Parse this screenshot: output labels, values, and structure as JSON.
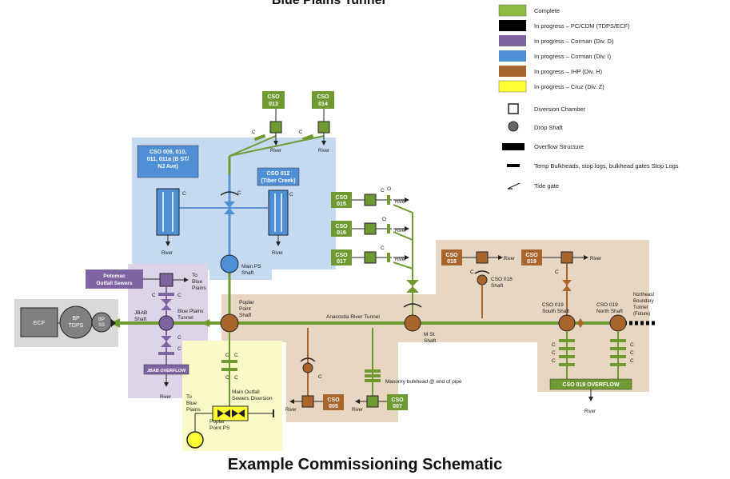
{
  "title": "Blue Plains Tunnel",
  "caption": "Example Commissioning Schematic",
  "colors": {
    "complete": "#8dba3f",
    "pc_cdm": "#000000",
    "corman_d": "#8064a2",
    "corman_i": "#4f8fd6",
    "ihp_h": "#a8652c",
    "cruz_z": "#ffff33",
    "blue_zone": "#c5d9f1",
    "tan_zone": "#e6d6c2",
    "purple_zone": "#ddd4e7",
    "gray_zone": "#d9d9d9",
    "pipe_green": "#6f9a32",
    "pipe_blue": "#5b95d6"
  },
  "legend": {
    "status": [
      {
        "label": "Complete",
        "color": "#8dba3f"
      },
      {
        "label": "In progress – PC/CDM (TDPS/ECF)",
        "color": "#000000"
      },
      {
        "label": "In progress – Corman (Div. D)",
        "color": "#8064a2"
      },
      {
        "label": "In progress – Corman (Div. I)",
        "color": "#4f8fd6"
      },
      {
        "label": "In progress – IHP (Div. H)",
        "color": "#a8652c"
      },
      {
        "label": "In progress – Cruz (Div. Z)",
        "color": "#ffff33"
      }
    ],
    "symbols": [
      {
        "label": "Diversion Chamber",
        "icon": "square-outline"
      },
      {
        "label": "Drop Shaft",
        "icon": "circle-filled"
      },
      {
        "label": "Overflow Structure",
        "icon": "thick-bar"
      },
      {
        "label": "Temp Bulkheads, stop logs, bulkhead gates Stop Logs",
        "icon": "thin-bar"
      },
      {
        "label": "Tide gate",
        "icon": "tide-gate"
      }
    ]
  },
  "labels": {
    "cso013": [
      "CSO",
      "013"
    ],
    "cso014": [
      "CSO",
      "014"
    ],
    "cso009": [
      "CSO 009, 010,",
      "011, 011a (B ST/",
      "NJ Ave)"
    ],
    "cso012": [
      "CSO 012",
      "(Tiber Creek)"
    ],
    "cso015": [
      "CSO",
      "015"
    ],
    "cso016": [
      "CSO",
      "016"
    ],
    "cso017": [
      "CSO",
      "017"
    ],
    "cso018": [
      "CSO",
      "018"
    ],
    "cso019": [
      "CSO",
      "019"
    ],
    "cso005": [
      "CSO",
      "005"
    ],
    "cso007": [
      "CSO",
      "007"
    ],
    "river": "River",
    "c": "C",
    "o": "O",
    "main_ps": [
      "Main PS",
      "Shaft"
    ],
    "potomac": [
      "Potomac",
      "Outfall Sewers"
    ],
    "to_blue_plains": [
      "To",
      "Blue",
      "Plains"
    ],
    "to_blue_plains_2": [
      "To",
      "Blue",
      "Plains"
    ],
    "jbab_shaft": [
      "JBAB",
      "Shaft"
    ],
    "blue_plains_tunnel": [
      "Blue Plains",
      "Tunnel"
    ],
    "jbab_overflow": "JBAB OVERFLOW",
    "ecf": "ECF",
    "bp_tdps": [
      "BP",
      "TDPS"
    ],
    "bp_ss": [
      "BP",
      "SS"
    ],
    "poplar_point_shaft": [
      "Poplar",
      "Point",
      "Shaft"
    ],
    "anacostia": "Anacostia River Tunnel",
    "m_st": [
      "M St",
      "Shaft"
    ],
    "cso018_shaft": [
      "CSO 018",
      "Shaft"
    ],
    "cso019_south": [
      "CSO 019",
      "South Shaft"
    ],
    "cso019_north": [
      "CSO 019",
      "North Shaft"
    ],
    "northeast": [
      "Northeast",
      "Boundary",
      "Tunnel",
      "(Future)"
    ],
    "cso019_overflow": "CSO 019 OVERFLOW",
    "masonry": "Masonry bulkhead @ end of pipe",
    "main_outfall": [
      "Main Outfall",
      "Sewers Diversion"
    ],
    "poplar_point_ps": [
      "Poplar",
      "Point PS"
    ]
  }
}
